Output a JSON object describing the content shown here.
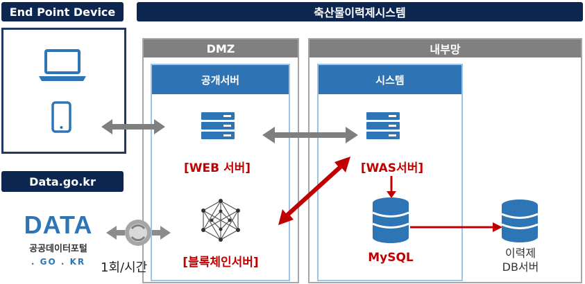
{
  "labels": {
    "end_point_device": "End Point Device",
    "data_go_kr": "Data.go.kr",
    "system_title": "축산물이력제시스템"
  },
  "zones": {
    "dmz": "DMZ",
    "internal": "내부망"
  },
  "boxes": {
    "public_server": "공개서버",
    "system": "시스템"
  },
  "nodes": {
    "web_server": "[WEB 서버]",
    "was_server": "[WAS서버]",
    "blockchain_server": "[블록체인서버]",
    "mysql": "MySQL",
    "history_db_line1": "이력제",
    "history_db_line2": "DB서버"
  },
  "portal": {
    "logo_text": "DATA",
    "name": "공공데이터포털",
    "domain": ". GO . KR"
  },
  "sync_frequency": "1회/시간",
  "colors": {
    "navy": "#0d2650",
    "zone_gray": "#808080",
    "inner_blue": "#2e74b5",
    "icon_blue": "#2e75b6",
    "red": "#c00000",
    "arrow_gray": "#7f7f7f"
  }
}
